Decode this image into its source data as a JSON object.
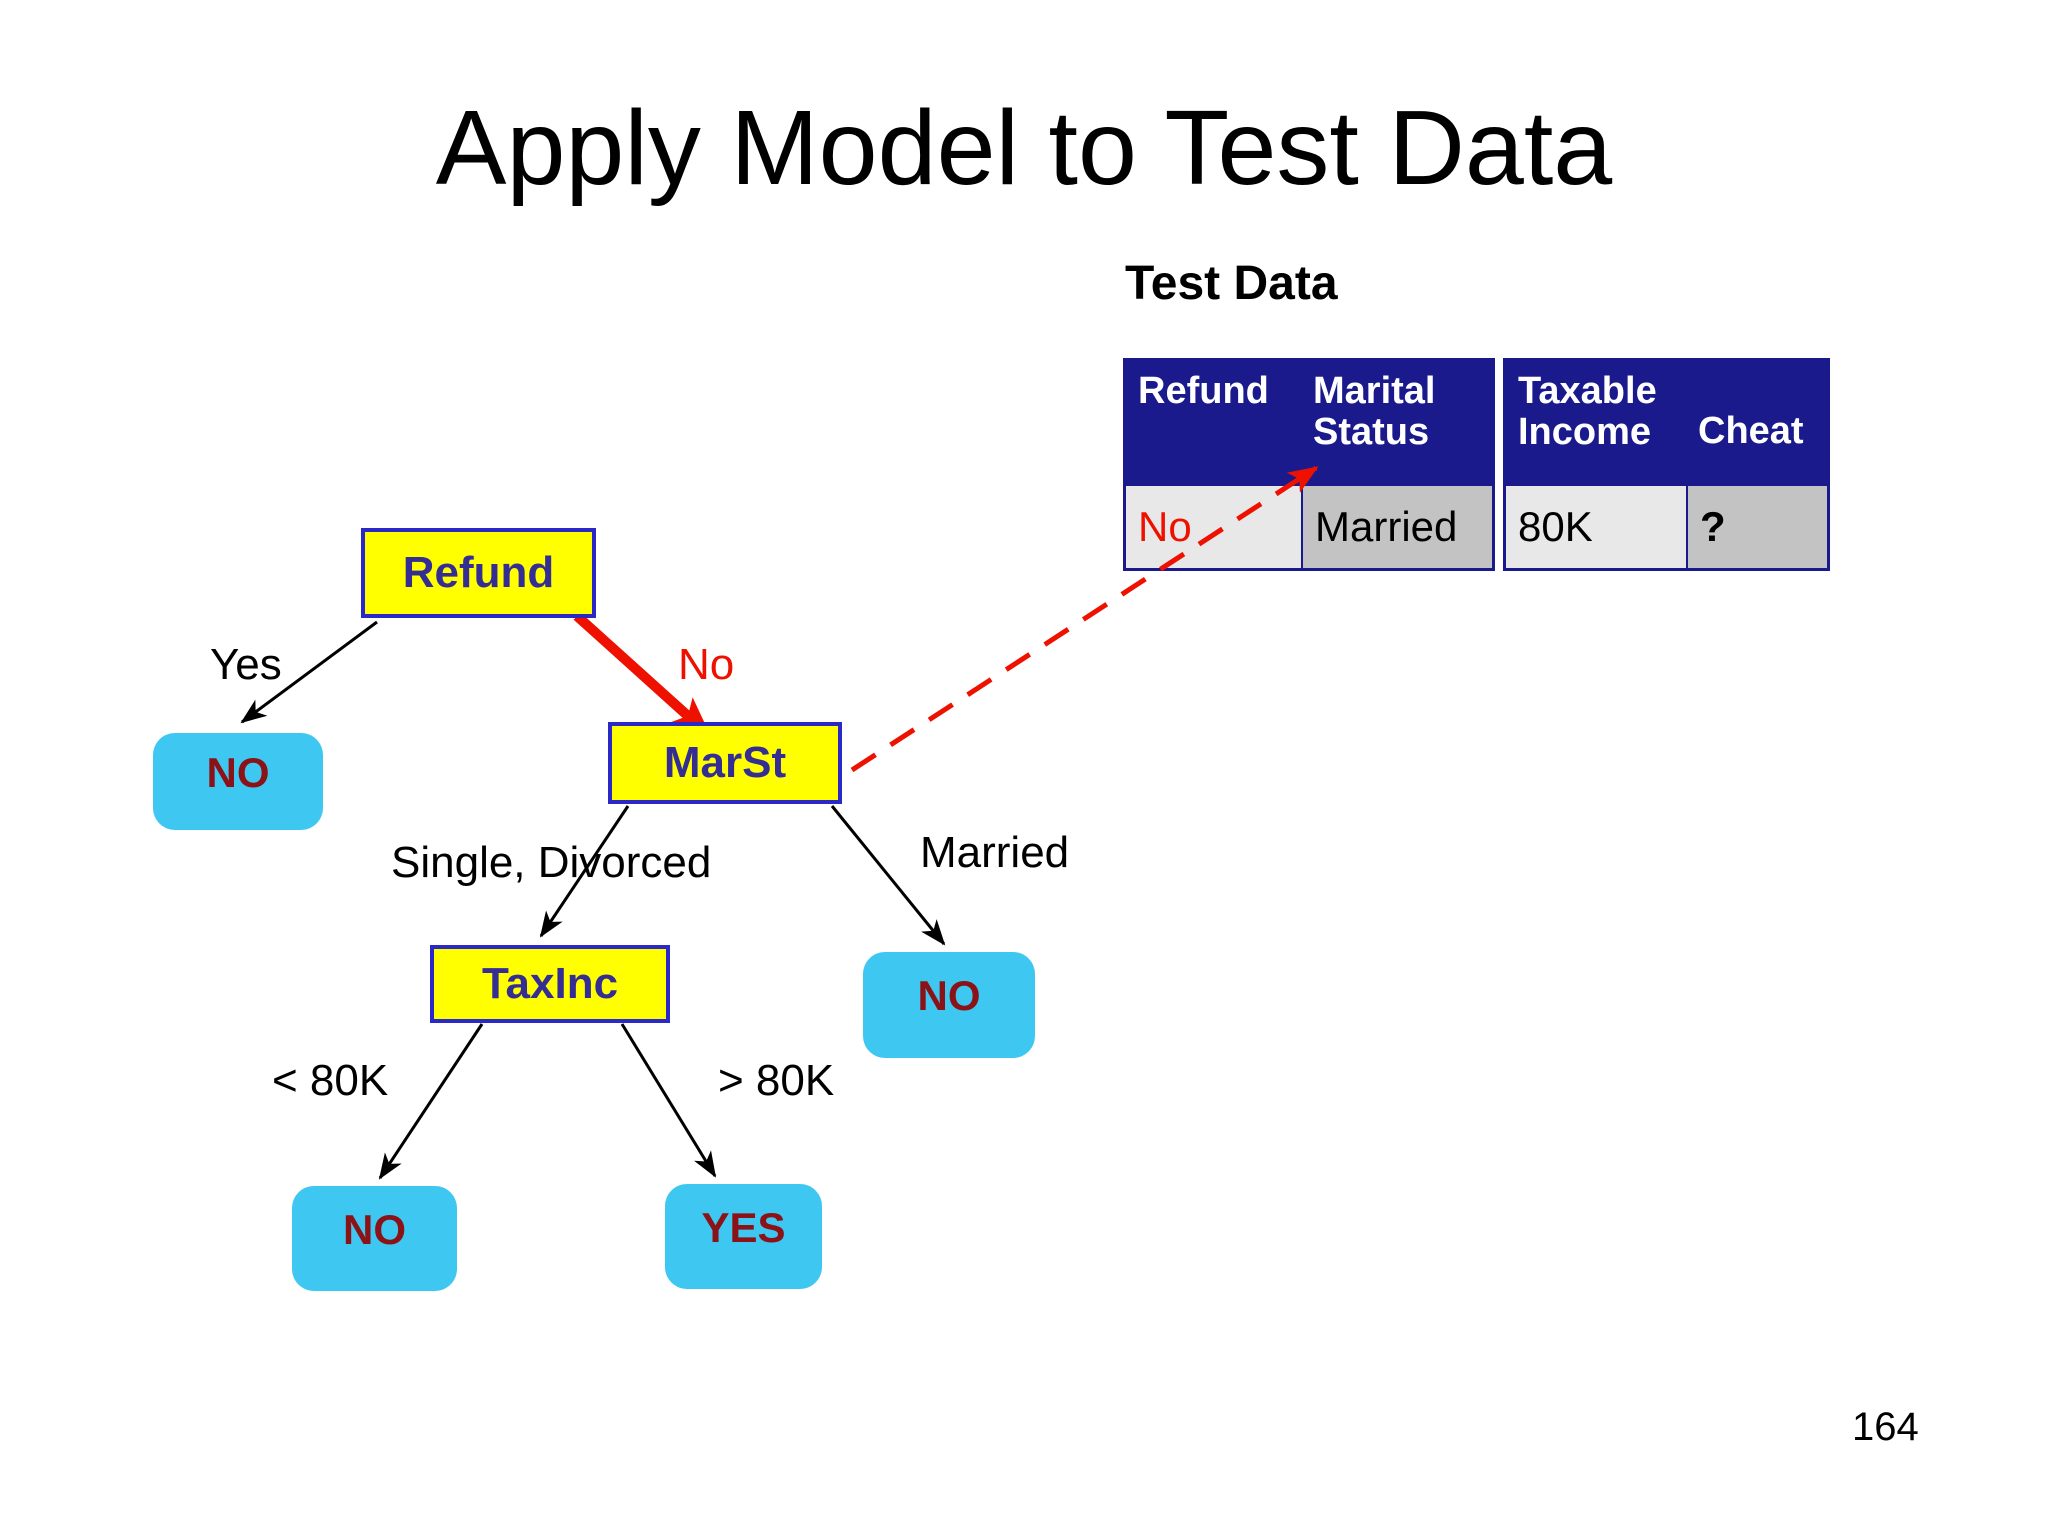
{
  "slide": {
    "title": "Apply Model to Test Data",
    "section_label": "Test Data",
    "page_number": "164"
  },
  "table": {
    "headers": [
      "Refund",
      "Marital Status",
      "Taxable Income",
      "Cheat"
    ],
    "row": [
      "No",
      "Married",
      "80K",
      "?"
    ]
  },
  "tree": {
    "root_label": "Refund",
    "marst_label": "MarSt",
    "taxinc_label": "TaxInc",
    "leaf_refund_yes": "NO",
    "leaf_marst_married": "NO",
    "leaf_taxinc_low": "NO",
    "leaf_taxinc_high": "YES",
    "edge_refund_yes": "Yes",
    "edge_refund_no": "No",
    "edge_marst_left": "Single, Divorced",
    "edge_marst_right": "Married",
    "edge_taxinc_low": "< 80K",
    "edge_taxinc_high": "> 80K"
  },
  "colors": {
    "header-navy": "#1A1A8C",
    "node-yellow": "#FFFF00",
    "node-border": "#2B28C8",
    "node-text": "#332D94",
    "leaf-cyan": "#3EC7F0",
    "leaf-text": "#8B1216",
    "highlight-red": "#EE1100",
    "cell-light": "#E8E8E8",
    "cell-gray": "#C3C3C3"
  }
}
